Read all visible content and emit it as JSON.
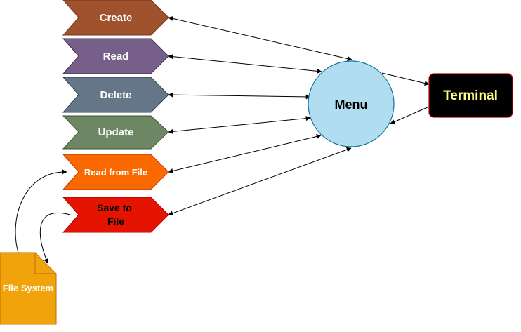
{
  "nodes": {
    "create": {
      "label": "Create",
      "fill": "#a0522d",
      "text_color": "#ffffff"
    },
    "read": {
      "label": "Read",
      "fill": "#76608a",
      "text_color": "#ffffff"
    },
    "delete": {
      "label": "Delete",
      "fill": "#647687",
      "text_color": "#ffffff"
    },
    "update": {
      "label": "Update",
      "fill": "#6d8764",
      "text_color": "#ffffff"
    },
    "read_from_file": {
      "label": "Read from File",
      "fill": "#fa6800",
      "text_color": "#ffffff"
    },
    "save_to_file": {
      "label_line1": "Save to",
      "label_line2": "File",
      "fill": "#e51400",
      "text_color": "#000000"
    },
    "menu": {
      "label": "Menu",
      "fill": "#b1ddf0",
      "stroke": "#10739e"
    },
    "terminal": {
      "label": "Terminal",
      "fill": "#000000",
      "stroke": "#c00000",
      "text_color": "#ffff88"
    },
    "file_system": {
      "label": "File System",
      "fill": "#f0a30a",
      "stroke": "#bd7000",
      "text_color": "#ffffff"
    }
  },
  "edges": [
    {
      "from": "menu",
      "to": "create",
      "style": "bidirectional"
    },
    {
      "from": "menu",
      "to": "read",
      "style": "bidirectional"
    },
    {
      "from": "menu",
      "to": "delete",
      "style": "bidirectional"
    },
    {
      "from": "menu",
      "to": "update",
      "style": "bidirectional"
    },
    {
      "from": "menu",
      "to": "read_from_file",
      "style": "bidirectional"
    },
    {
      "from": "menu",
      "to": "save_to_file",
      "style": "bidirectional"
    },
    {
      "from": "menu",
      "to": "terminal",
      "style": "directed"
    },
    {
      "from": "terminal",
      "to": "menu",
      "style": "directed"
    },
    {
      "from": "file_system",
      "to": "read_from_file",
      "style": "curved-directed"
    },
    {
      "from": "save_to_file",
      "to": "file_system",
      "style": "curved-directed"
    }
  ]
}
